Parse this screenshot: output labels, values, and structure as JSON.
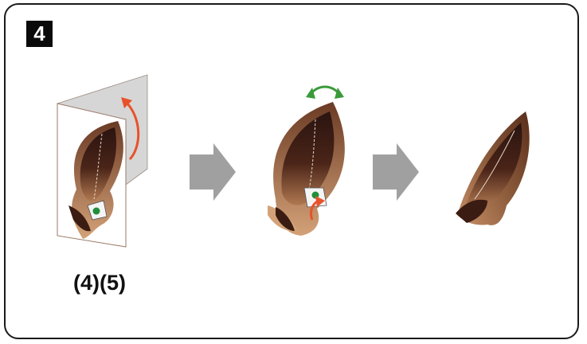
{
  "step": {
    "number": "4"
  },
  "caption": "(4)(5)",
  "colors": {
    "border": "#1a1a1a",
    "badge": "#0a0a0a",
    "arrow_gray": "#a0a0a0",
    "red_arrow": "#e8522a",
    "green_arrow": "#3a9a3a",
    "dot_green": "#1f8f3a",
    "tan": "#c89a72",
    "dark_brown": "#3a1a12",
    "mid_brown": "#7a4a30",
    "panel_gray": "#d9d9d9"
  },
  "icons": [
    "gray-right-arrow",
    "red-curved-arrow",
    "green-rotate-arrow",
    "green-dot"
  ]
}
